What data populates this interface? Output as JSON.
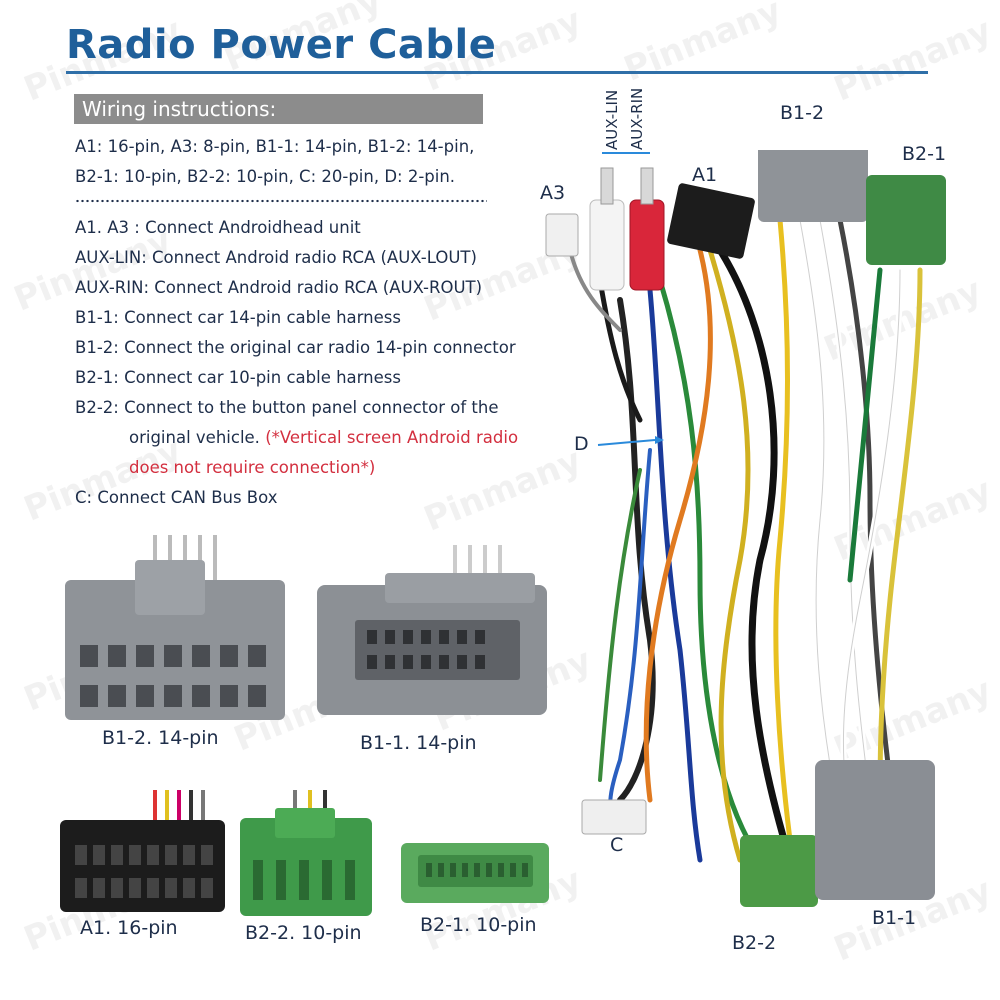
{
  "title": "Radio Power Cable",
  "instructions_header": "Wiring instructions:",
  "instructions": {
    "pins_1": "A1:  16-pin, A3: 8-pin, B1-1: 14-pin, B1-2: 14-pin,",
    "pins_2": "B2-1: 10-pin, B2-2: 10-pin,  C: 20-pin,  D: 2-pin.",
    "a1a3": "A1. A3 : Connect Androidhead unit",
    "auxlin": "AUX-LIN: Connect Android radio RCA (AUX-LOUT)",
    "auxrin": "AUX-RIN: Connect Android radio RCA (AUX-ROUT)",
    "b11": "B1-1: Connect car 14-pin cable harness",
    "b12": "B1-2: Connect the original car radio 14-pin connector",
    "b21": "B2-1: Connect car 10-pin cable harness",
    "b22_1": "B2-2: Connect to the button panel connector of the",
    "b22_2": "original vehicle.",
    "b22_note_1": "(*Vertical screen Android radio",
    "b22_note_2": "does not require connection*)",
    "c": "C: Connect CAN Bus Box"
  },
  "diagram_labels": {
    "a3": "A3",
    "a1": "A1",
    "aux_lin": "AUX-LIN",
    "aux_rin": "AUX-RIN",
    "b1_2": "B1-2",
    "b2_1": "B2-1",
    "d": "D",
    "c": "C",
    "b2_2": "B2-2",
    "b1_1": "B1-1"
  },
  "connector_captions": {
    "b1_2": "B1-2. 14-pin",
    "b1_1": "B1-1. 14-pin",
    "a1": "A1. 16-pin",
    "b2_2": "B2-2. 10-pin",
    "b2_1": "B2-1. 10-pin"
  },
  "watermark": "Pinmany",
  "colors": {
    "title": "#1f5f9a",
    "text": "#1e2e4a",
    "note_red": "#d32f3f",
    "connector_gray": "#8f9398",
    "connector_green": "#3f9a4a",
    "connector_black": "#1c1c1c",
    "connector_white": "#f2f2f2"
  }
}
